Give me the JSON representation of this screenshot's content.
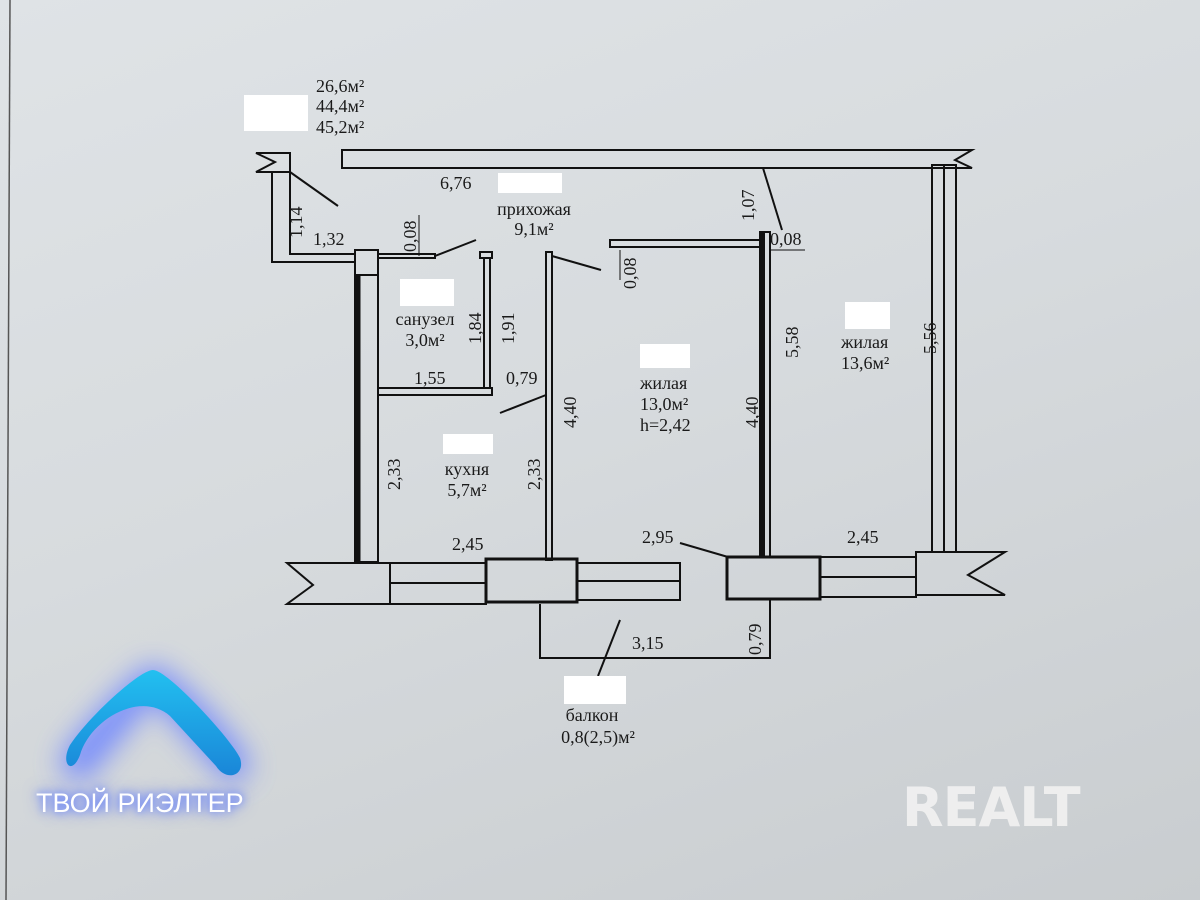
{
  "areas": {
    "living_total": "26,6м²",
    "total": "44,4м²",
    "total_with_balcony": "45,2м²"
  },
  "rooms": {
    "hallway": {
      "name": "прихожая",
      "area": "9,1м²"
    },
    "bathroom": {
      "name": "санузел",
      "area": "3,0м²"
    },
    "kitchen": {
      "name": "кухня",
      "area": "5,7м²"
    },
    "living1": {
      "name": "жилая",
      "area": "13,0м²",
      "height": "h=2,42"
    },
    "living2": {
      "name": "жилая",
      "area": "13,6м²"
    },
    "balcony": {
      "name": "балкон",
      "area": "0,8(2,5)м²"
    }
  },
  "dimensions": {
    "d676": "6,76",
    "d114": "1,14",
    "d132": "1,32",
    "d008a": "0,08",
    "d107": "1,07",
    "d008b": "0,08",
    "d008c": "0,08",
    "d184": "1,84",
    "d191": "1,91",
    "d155": "1,55",
    "d079a": "0,79",
    "d440a": "4,40",
    "d440b": "4,40",
    "d558": "5,58",
    "d556": "5,56",
    "d233a": "2,33",
    "d233b": "2,33",
    "d245a": "2,45",
    "d295": "2,95",
    "d245b": "2,45",
    "d315": "3,15",
    "d079b": "0,79"
  },
  "branding": {
    "agency": "ТВОЙ РИЭЛТЕР",
    "watermark": "REALT",
    "accent": "#1e9be0"
  }
}
